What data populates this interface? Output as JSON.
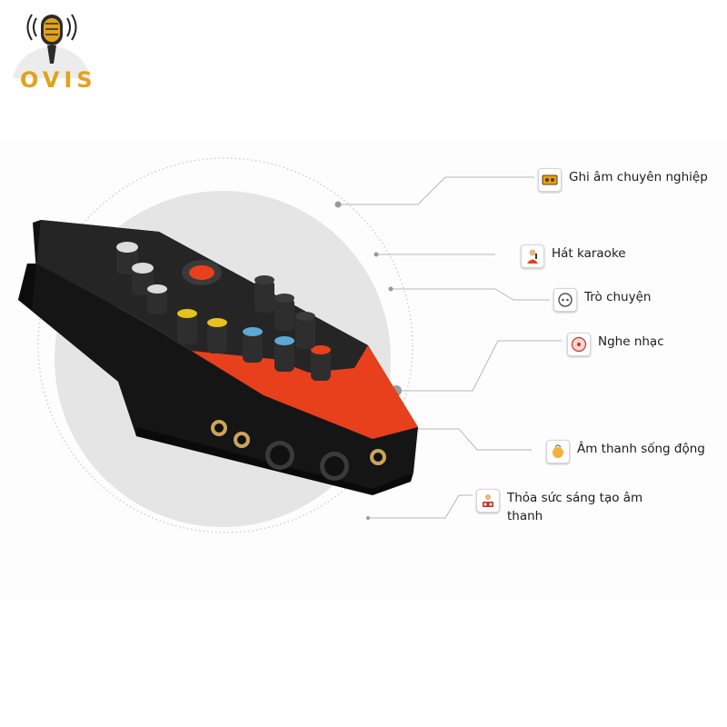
{
  "brand": {
    "name": "OVIS",
    "accent": "#e3a21c"
  },
  "device": {
    "body_color": "#1a1a1a",
    "accent_color": "#e8401c"
  },
  "features": [
    {
      "label": "Ghi âm chuyên nghiệp",
      "icon": "cassette-tape-icon"
    },
    {
      "label": "Hát karaoke",
      "icon": "singer-icon"
    },
    {
      "label": "Trò chuyện",
      "icon": "chat-icon"
    },
    {
      "label": "Nghe nhạc",
      "icon": "music-disc-icon"
    },
    {
      "label": "Âm thanh sống động",
      "icon": "sound-wave-icon"
    },
    {
      "label": "Thỏa sức sáng tạo âm thanh",
      "icon": "dj-icon"
    }
  ]
}
